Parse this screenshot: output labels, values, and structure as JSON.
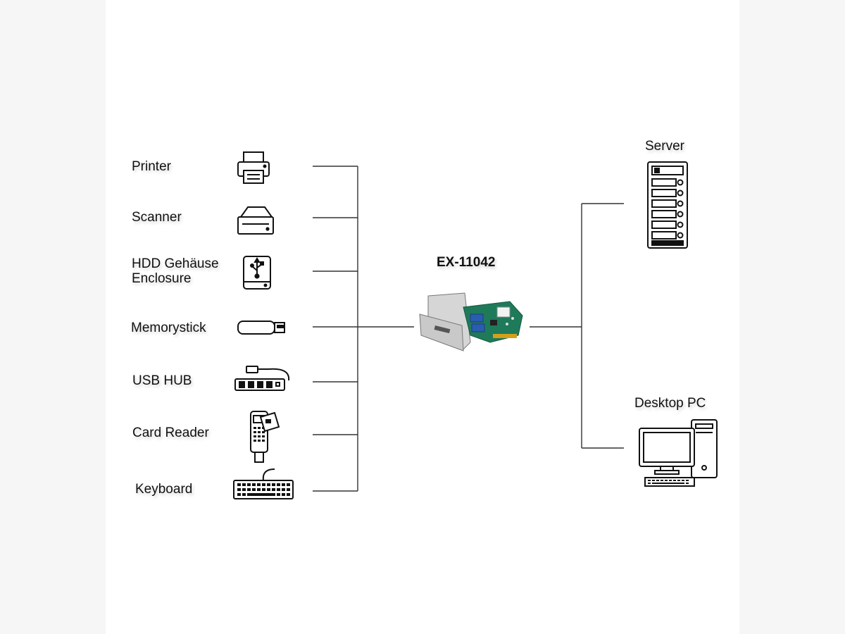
{
  "devices_left": [
    {
      "label": "Printer",
      "icon": "printer-icon"
    },
    {
      "label": "Scanner",
      "icon": "scanner-icon"
    },
    {
      "label_lines": [
        "HDD Gehäuse",
        "Enclosure"
      ],
      "icon": "hdd-enclosure-icon"
    },
    {
      "label": "Memorystick",
      "icon": "usb-stick-icon"
    },
    {
      "label": "USB HUB",
      "icon": "usb-hub-icon"
    },
    {
      "label": "Card Reader",
      "icon": "card-reader-icon"
    },
    {
      "label": "Keyboard",
      "icon": "keyboard-icon"
    }
  ],
  "center": {
    "label": "EX-11042",
    "icon": "pcie-usb-card-icon"
  },
  "devices_right": [
    {
      "label": "Server",
      "icon": "server-icon"
    },
    {
      "label": "Desktop PC",
      "icon": "desktop-pc-icon"
    }
  ],
  "colors": {
    "line": "#333333",
    "pcb": "#1f7a5a",
    "bracket": "#c9c9c9",
    "usb_port": "#2a5db0"
  }
}
